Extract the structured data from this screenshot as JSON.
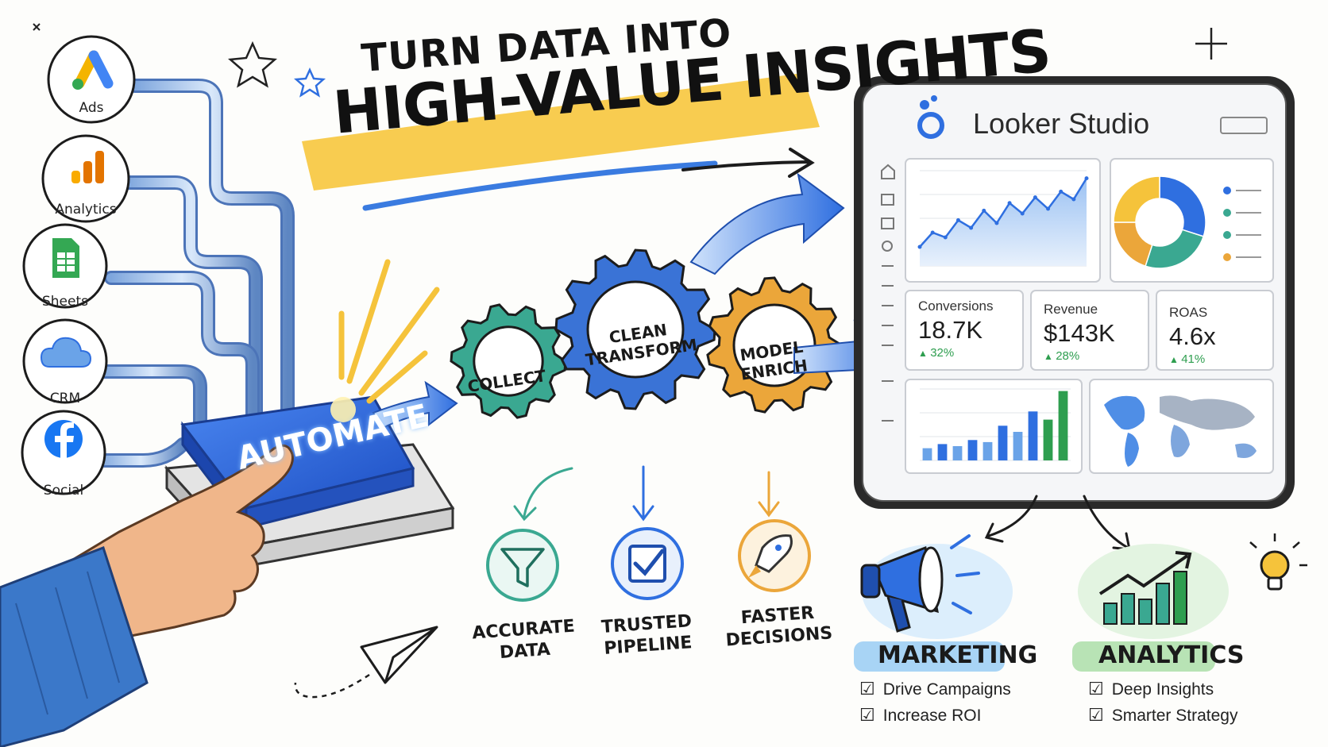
{
  "headline": {
    "line1": "TURN DATA INTO",
    "line2": "HIGH-VALUE INSIGHTS"
  },
  "sources": [
    {
      "label": "Ads",
      "icon": "google-ads-icon"
    },
    {
      "label": "Analytics",
      "icon": "analytics-icon"
    },
    {
      "label": "Sheets",
      "icon": "sheets-icon"
    },
    {
      "label": "CRM",
      "icon": "cloud-icon"
    },
    {
      "label": "Social",
      "icon": "facebook-icon"
    }
  ],
  "automate_button": {
    "label": "AUTOMATE"
  },
  "gears": [
    {
      "label": "COLLECT",
      "color": "#3aa891"
    },
    {
      "label": "CLEAN\nTRANSFORM",
      "color": "#3a73d6"
    },
    {
      "label": "MODEL\nENRICH",
      "color": "#eba63a"
    }
  ],
  "benefits": [
    {
      "label": "ACCURATE\nDATA",
      "icon": "funnel-icon",
      "color": "#3aa891"
    },
    {
      "label": "TRUSTED\nPIPELINE",
      "icon": "checkbox-icon",
      "color": "#3a73d6"
    },
    {
      "label": "FASTER\nDECISIONS",
      "icon": "rocket-icon",
      "color": "#eba63a"
    }
  ],
  "dashboard": {
    "brand": "Looker Studio",
    "kpis": [
      {
        "label": "Conversions",
        "value": "18.7K",
        "change": "32%"
      },
      {
        "label": "Revenue",
        "value": "$143K",
        "change": "28%"
      },
      {
        "label": "ROAS",
        "value": "4.6x",
        "change": "41%"
      }
    ]
  },
  "outcomes": [
    {
      "title": "MARKETING",
      "items": [
        "Drive Campaigns",
        "Increase ROI"
      ],
      "accent": "#a8d4f5"
    },
    {
      "title": "ANALYTICS",
      "items": [
        "Deep Insights",
        "Smarter Strategy"
      ],
      "accent": "#b8e3b5"
    }
  ],
  "colors": {
    "blue": "#2f6fe0",
    "teal": "#3aa891",
    "gold": "#eba63a",
    "highlight": "#f5c33b",
    "green": "#2e9e4f"
  },
  "chart_data": [
    {
      "type": "line",
      "values": [
        20,
        35,
        30,
        48,
        40,
        58,
        45,
        66,
        55,
        72,
        60,
        78,
        70,
        92
      ],
      "grid": true
    },
    {
      "type": "pie",
      "values": [
        30,
        25,
        20,
        25
      ],
      "colors": [
        "#2f6fe0",
        "#3aa891",
        "#eba63a",
        "#f5c33b"
      ]
    },
    {
      "type": "bar",
      "values": [
        12,
        16,
        14,
        20,
        18,
        34,
        28,
        48,
        40,
        68
      ]
    }
  ]
}
